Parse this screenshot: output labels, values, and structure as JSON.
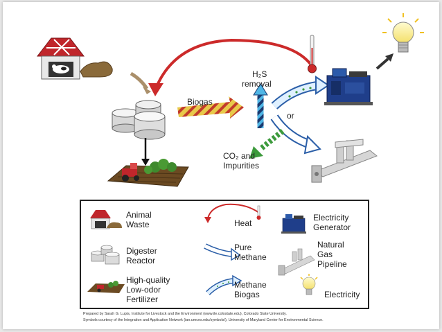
{
  "diagram": {
    "labels": {
      "biogas": "Biogas",
      "h2s": "H₂S",
      "removal": "removal",
      "or": "or",
      "co2_line1": "CO₂ and",
      "co2_line2": "Impurities"
    },
    "legend": {
      "animal_waste": [
        "Animal",
        "Waste"
      ],
      "heat": "Heat",
      "electricity_generator": [
        "Electricity",
        "Generator"
      ],
      "digester_reactor": [
        "Digester",
        "Reactor"
      ],
      "pure_methane": [
        "Pure",
        "Methane"
      ],
      "natural_gas_pipeline": [
        "Natural",
        "Gas",
        "Pipeline"
      ],
      "fertilizer": [
        "High-quality",
        "Low-odor",
        "Fertilizer"
      ],
      "methane_biogas": [
        "Methane",
        "Biogas"
      ],
      "electricity": "Electricity"
    },
    "credits": [
      "Prepared by Sarah G. Lupis, Institute for Livestock and the Environment (www.ile.colostate.edu), Colorado State University.",
      "Symbols courtesy of the Integration and Application Network (ian.umces.edu/symbols/), University of Maryland Center for Environmental Science."
    ]
  },
  "colors": {
    "barn_red": "#c0262b",
    "heat_arrow": "#cc2a2a",
    "methane_blue": "#2c5fa8",
    "co2_green": "#3c9a3c",
    "biogas_stripe": "#d4a02a"
  }
}
